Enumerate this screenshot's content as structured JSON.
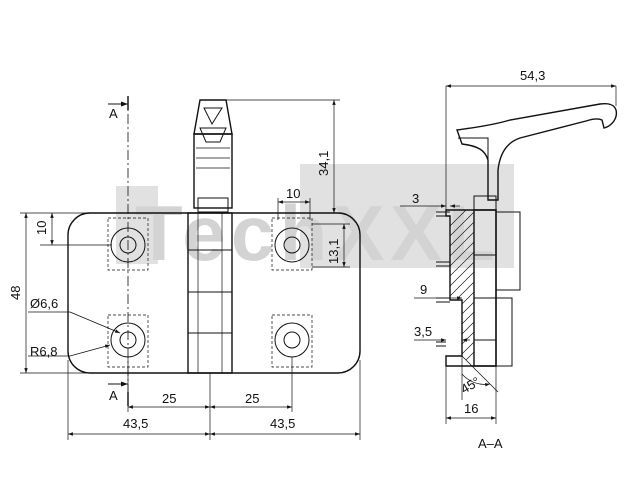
{
  "watermark": "TechXXL",
  "dimensions": {
    "lever_length": "54,3",
    "lever_height": "34,1",
    "width_left": "43,5",
    "width_right": "43,5",
    "hole_spacing_left": "25",
    "hole_spacing_right": "25",
    "overall_height": "48",
    "hole_offset_top": "10",
    "hole_diameter": "Ø6,6",
    "corner_radius": "R6,8",
    "counterbore_width": "10",
    "counterbore_height": "13,1",
    "section_dim_3": "3",
    "section_dim_9": "9",
    "section_dim_35": "3,5",
    "section_dim_16": "16",
    "section_angle": "45°"
  },
  "section_marks": {
    "top": "A",
    "bottom": "A",
    "section_label": "A–A"
  }
}
